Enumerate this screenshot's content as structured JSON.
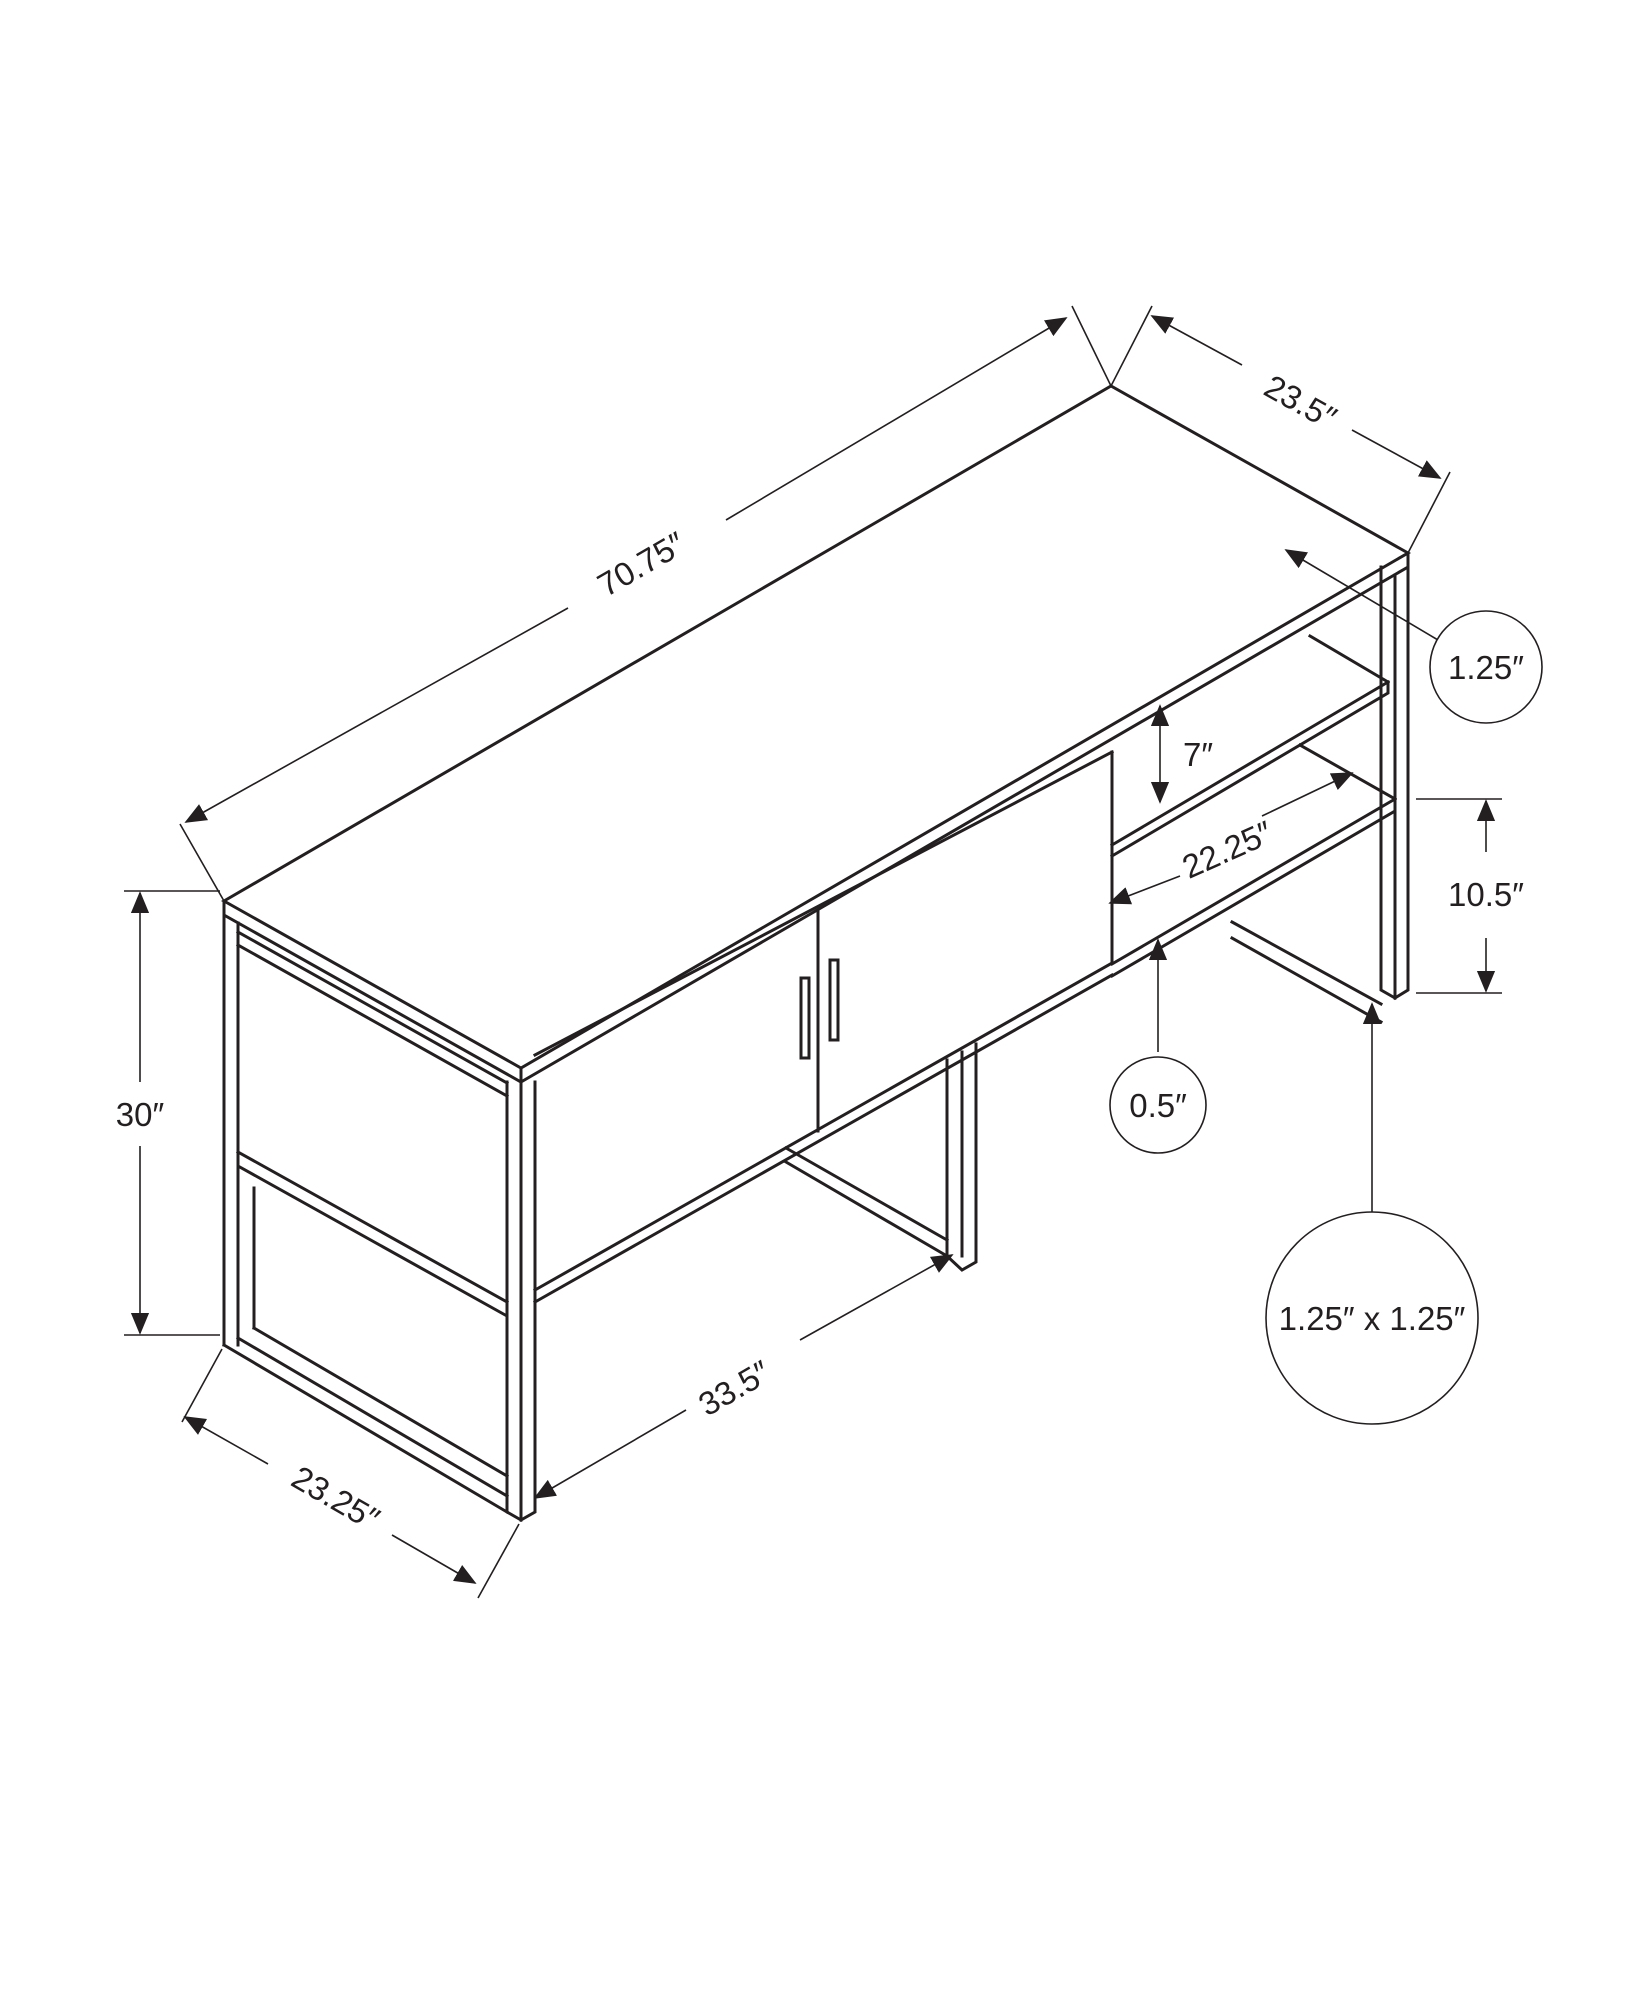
{
  "dimensions": {
    "top_length": "70.75″",
    "top_depth": "23.5″",
    "top_thickness": "1.25″",
    "shelf_gap": "7″",
    "shelf_depth": "22.25″",
    "lower_opening_height": "10.5″",
    "shelf_thickness": "0.5″",
    "leg_profile": "1.25″ x 1.25″",
    "overall_height": "30″",
    "cabinet_width": "33.5″",
    "leg_frame_depth": "23.25″"
  }
}
